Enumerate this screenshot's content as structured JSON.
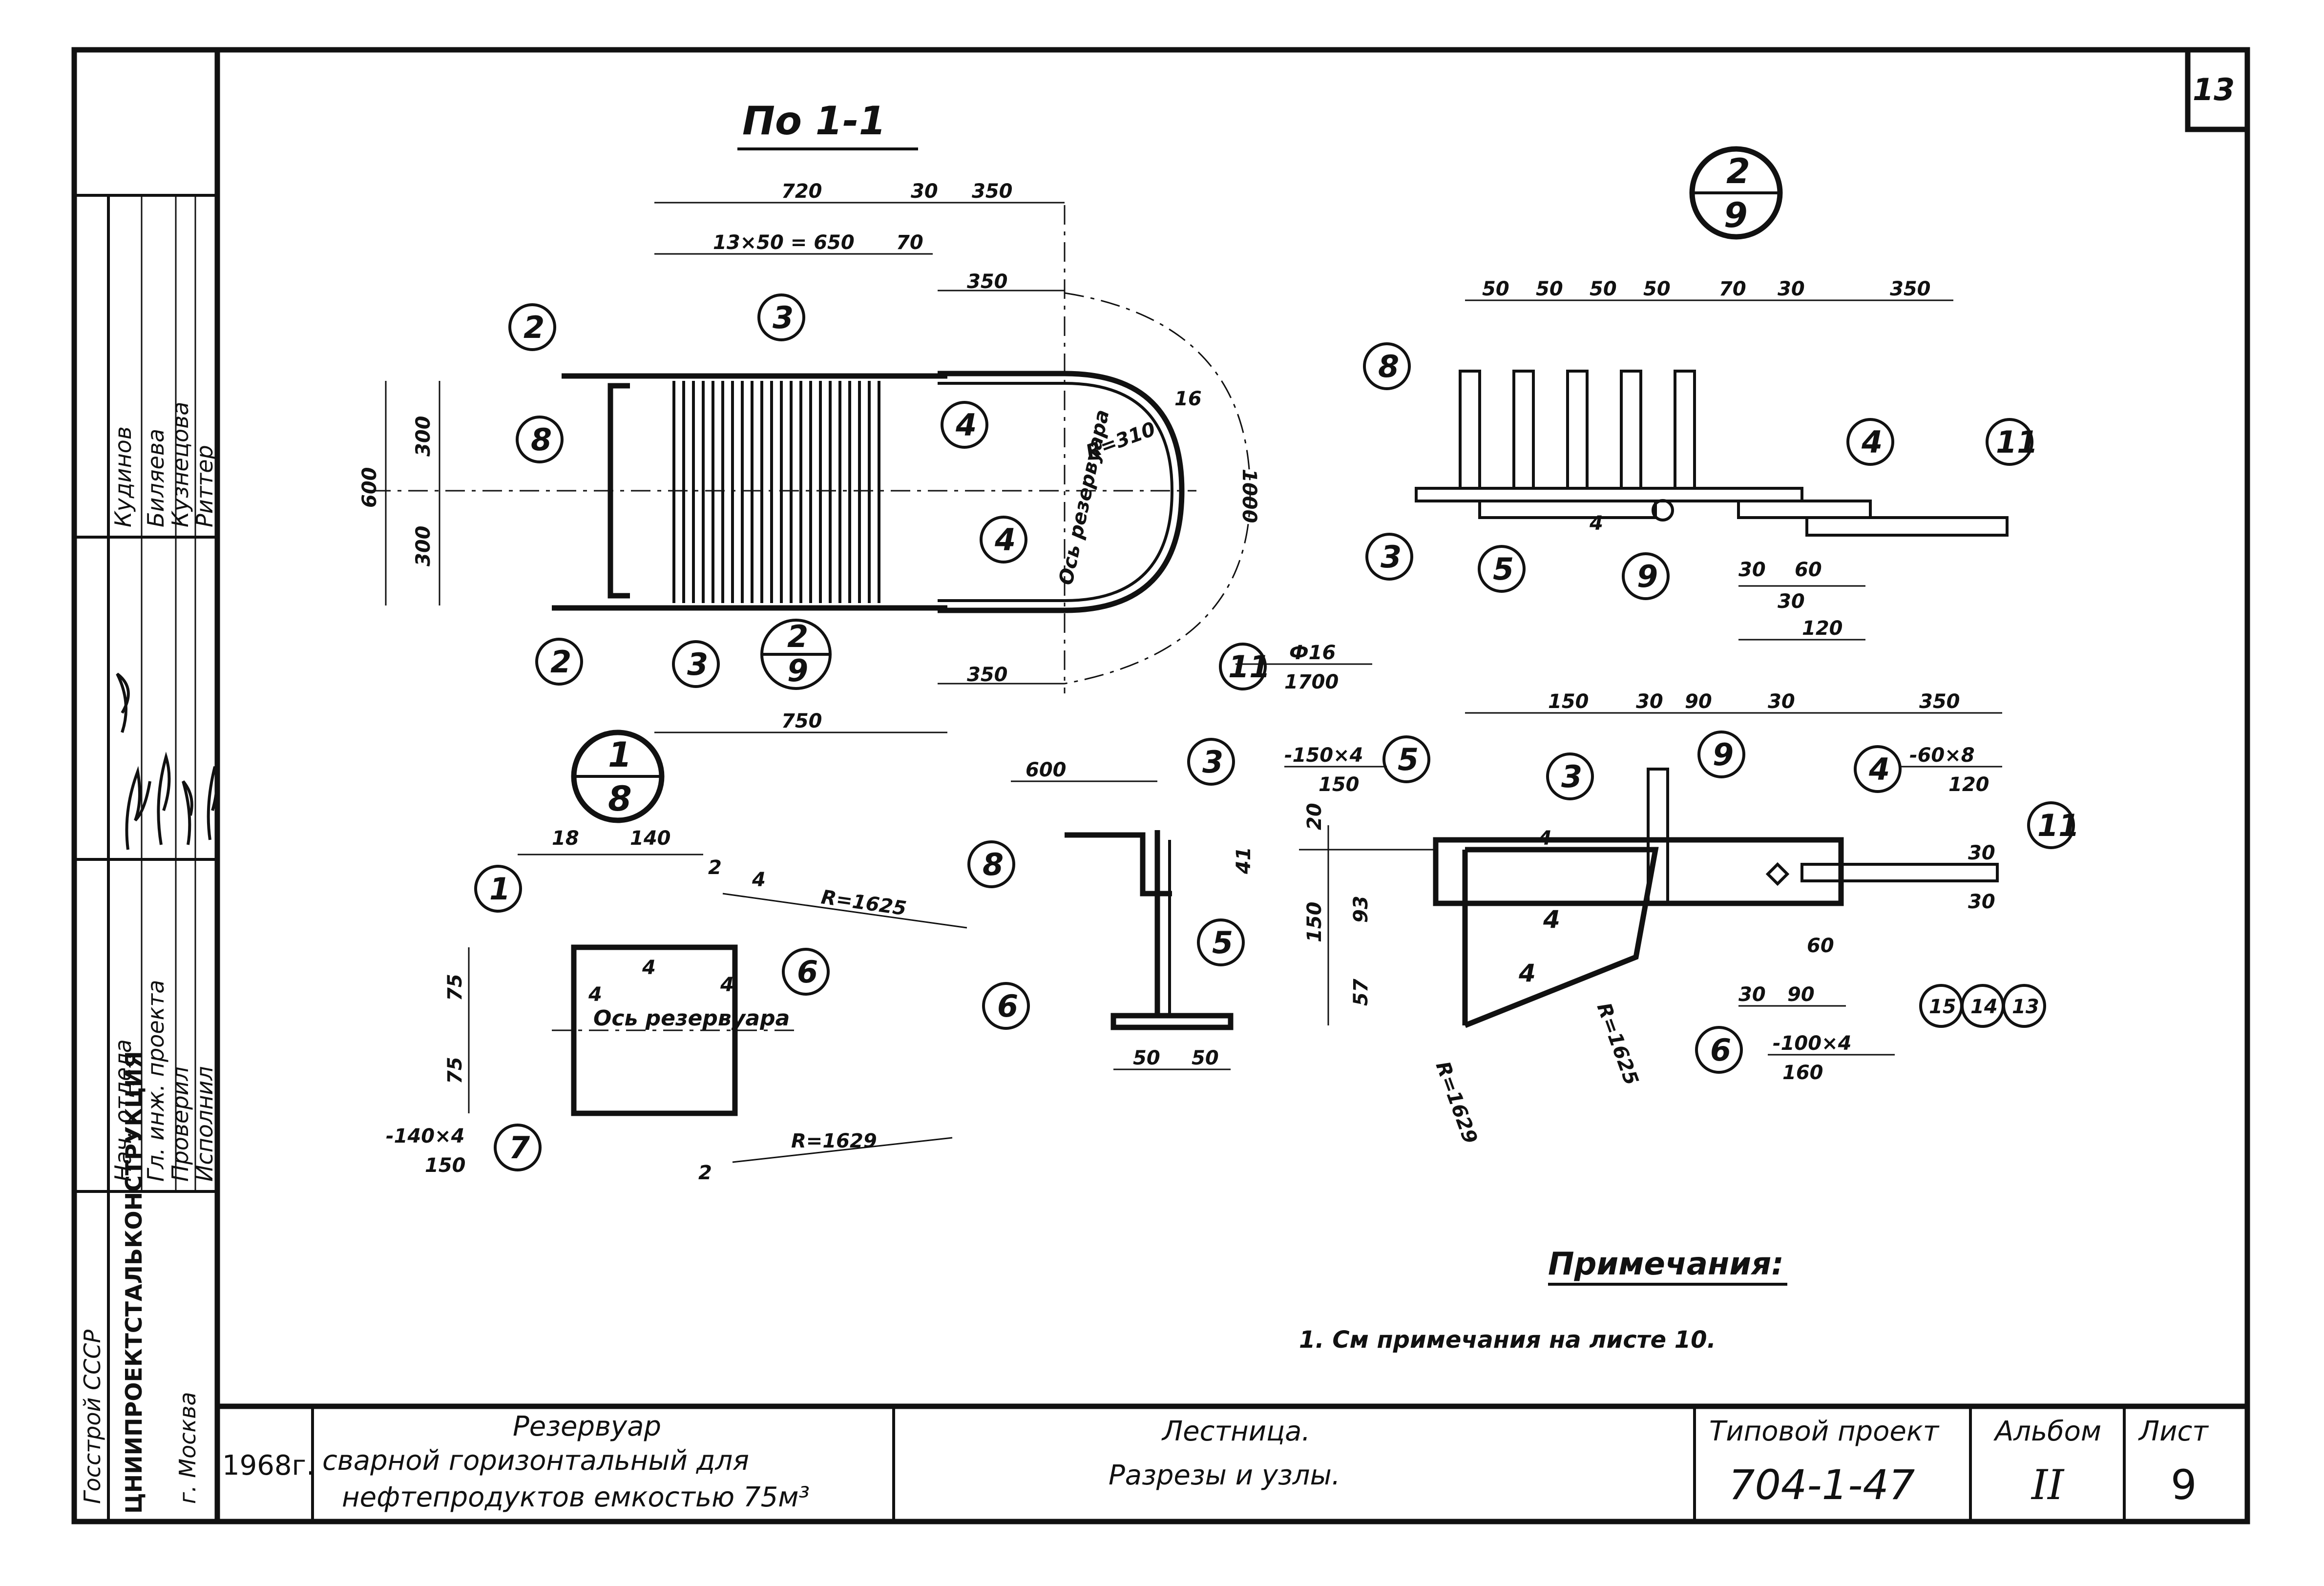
{
  "sheet_corner_number": "13",
  "section_title": "По 1-1",
  "callouts": [
    {
      "top": "2",
      "bottom": "9"
    },
    {
      "top": "1",
      "bottom": "8"
    }
  ],
  "plan_dims": {
    "d720": "720",
    "d30": "30",
    "d350_top": "350",
    "d650": "13×50 = 650",
    "d70": "70",
    "d350_mid": "350",
    "d350_bot": "350",
    "d600": "600",
    "d300a": "300",
    "d300b": "300",
    "d750": "750",
    "r310": "R=310",
    "d16": "16",
    "d1000": "1000",
    "phi": "Ф16",
    "phi_len": "1700",
    "axis": "Ось резервуара"
  },
  "plan_marks": [
    "2",
    "3",
    "4",
    "8",
    "4",
    "2",
    "3",
    "11"
  ],
  "detail29_dims": [
    "50",
    "50",
    "50",
    "50",
    "70",
    "30",
    "350",
    "30",
    "60",
    "30",
    "120",
    "4"
  ],
  "detail29_marks": [
    "8",
    "4",
    "11",
    "3",
    "5",
    "9"
  ],
  "detail18": {
    "d18": "18",
    "d140": "140",
    "d2a": "2",
    "d4": "4",
    "r1625": "R=1625",
    "d75a": "75",
    "d75b": "75",
    "four_a": "4",
    "four_b": "4",
    "four_c": "4",
    "axis": "Ось резервуара",
    "plate": "-140×4",
    "plate_len": "150",
    "r1629": "R=1629",
    "d2b": "2",
    "marks": [
      "1",
      "6",
      "7"
    ]
  },
  "section_small": {
    "d600": "600",
    "d41": "41",
    "d50a": "50",
    "d50b": "50",
    "marks": [
      "3",
      "8",
      "5",
      "6"
    ]
  },
  "detail_right": {
    "dims_top": [
      "150",
      "30",
      "90",
      "30",
      "350"
    ],
    "plate5": "-150×4",
    "plate5_len": "150",
    "plate4": "-60×8",
    "plate4_len": "120",
    "d20": "20",
    "d150": "150",
    "d93": "93",
    "d57": "57",
    "d30a": "30",
    "d30b": "30",
    "d60": "60",
    "d30c": "30",
    "d90": "90",
    "plate6": "-100×4",
    "plate6_len": "160",
    "r1625": "R=1625",
    "r1629": "R=1629",
    "four_a": "4",
    "four_b": "4",
    "four_c": "4",
    "marks": [
      "5",
      "3",
      "9",
      "4",
      "11",
      "15",
      "14",
      "13",
      "6"
    ]
  },
  "notes": {
    "heading": "Примечания:",
    "item": "1. См примечания на листе 10."
  },
  "side_block": {
    "org1": "Госстрой СССР",
    "org2": "ЦНИИПРОЕКТСТАЛЬКОНСТРУКЦИЯ",
    "city": "г. Москва",
    "roles": [
      "Нач. отдела",
      "Гл. инж. проекта",
      "Проверил",
      "Исполнил"
    ],
    "names": [
      "Кудинов",
      "Биляева",
      "Кузнецова",
      "Риттер"
    ]
  },
  "title_block": {
    "year": "1968г.",
    "object_line1": "Резервуар",
    "object_line2": "сварной горизонтальный для",
    "object_line3": "нефтепродуктов емкостью 75м³",
    "sheet_title1": "Лестница.",
    "sheet_title2": "Разрезы и узлы.",
    "project_label": "Типовой проект",
    "project_no": "704-1-47",
    "album_label": "Альбом",
    "album_no": "II",
    "sheet_label": "Лист",
    "sheet_no": "9"
  }
}
